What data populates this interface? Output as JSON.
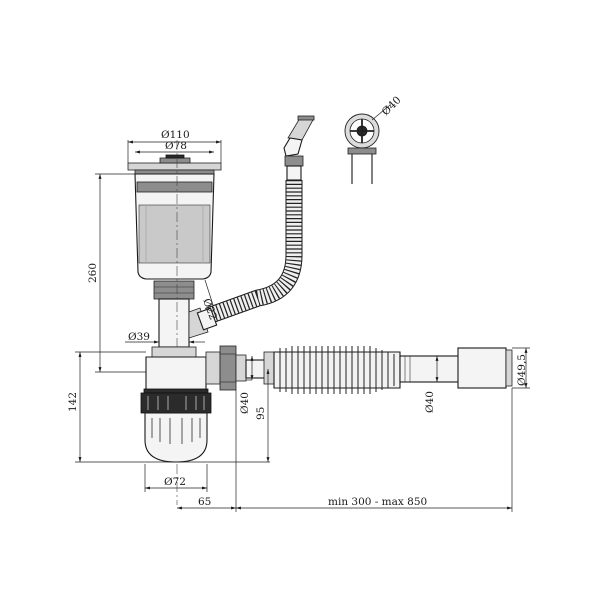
{
  "drawing": {
    "dimensions": {
      "rim_diameter": "Ø110",
      "grate_diameter": "Ø78",
      "overflow_diameter": "Ø40",
      "height_260": "260",
      "hose_diameter": "Ø22",
      "outlet_diameter": "Ø39",
      "height_142": "142",
      "trap_outlet_diameter": "Ø40",
      "height_95": "95",
      "pipe_diameter": "Ø40",
      "end_diameter": "Ø49,5",
      "bottle_diameter": "Ø72",
      "offset_65": "65",
      "length_range": "min 300 - max 850"
    }
  }
}
